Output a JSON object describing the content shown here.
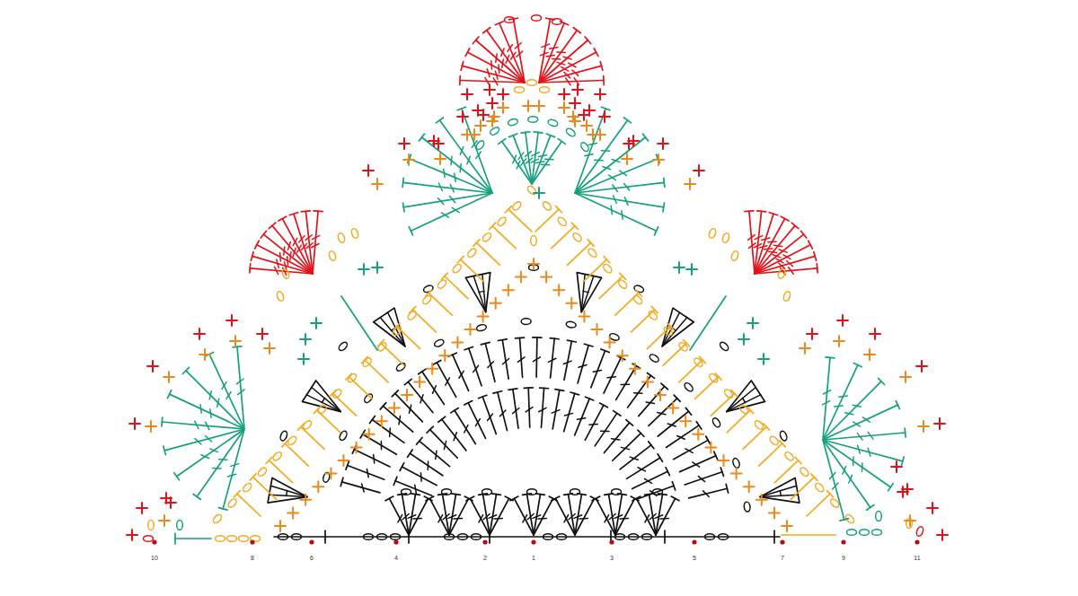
{
  "diagram": {
    "labels": [
      "10",
      "8",
      "6",
      "4",
      "2",
      "1",
      "3",
      "5",
      "7",
      "9",
      "11"
    ]
  }
}
